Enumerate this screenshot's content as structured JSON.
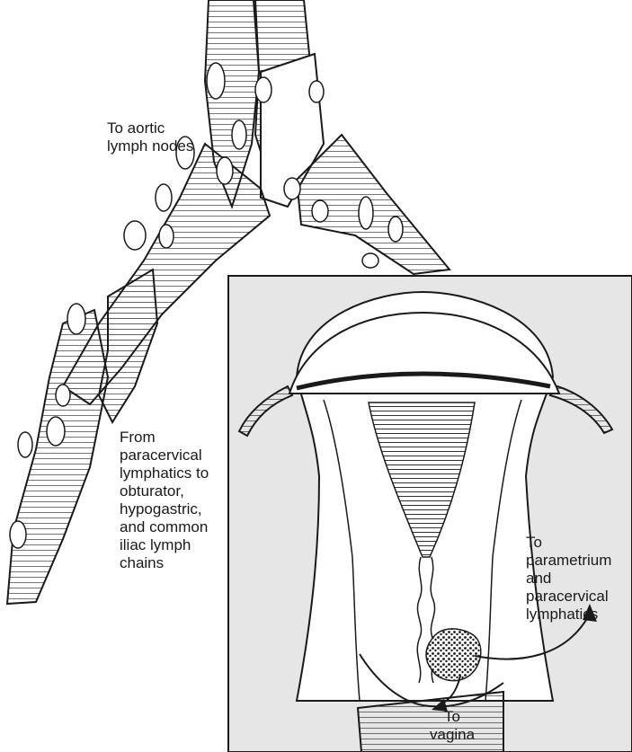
{
  "labels": {
    "aortic": [
      "To aortic",
      "lymph nodes"
    ],
    "paracervical": [
      "From",
      "paracervical",
      "lymphatics to",
      "obturator,",
      "hypogastric,",
      "and common",
      "iliac lymph",
      "chains"
    ],
    "parametrium": [
      "To",
      "parametrium",
      "and",
      "paracervical",
      "lymphatics"
    ],
    "vagina": [
      "To",
      "vagina"
    ]
  },
  "colors": {
    "ink": "#1a1a1a",
    "inset_background": "#e6e6e6",
    "background": "#ffffff"
  }
}
